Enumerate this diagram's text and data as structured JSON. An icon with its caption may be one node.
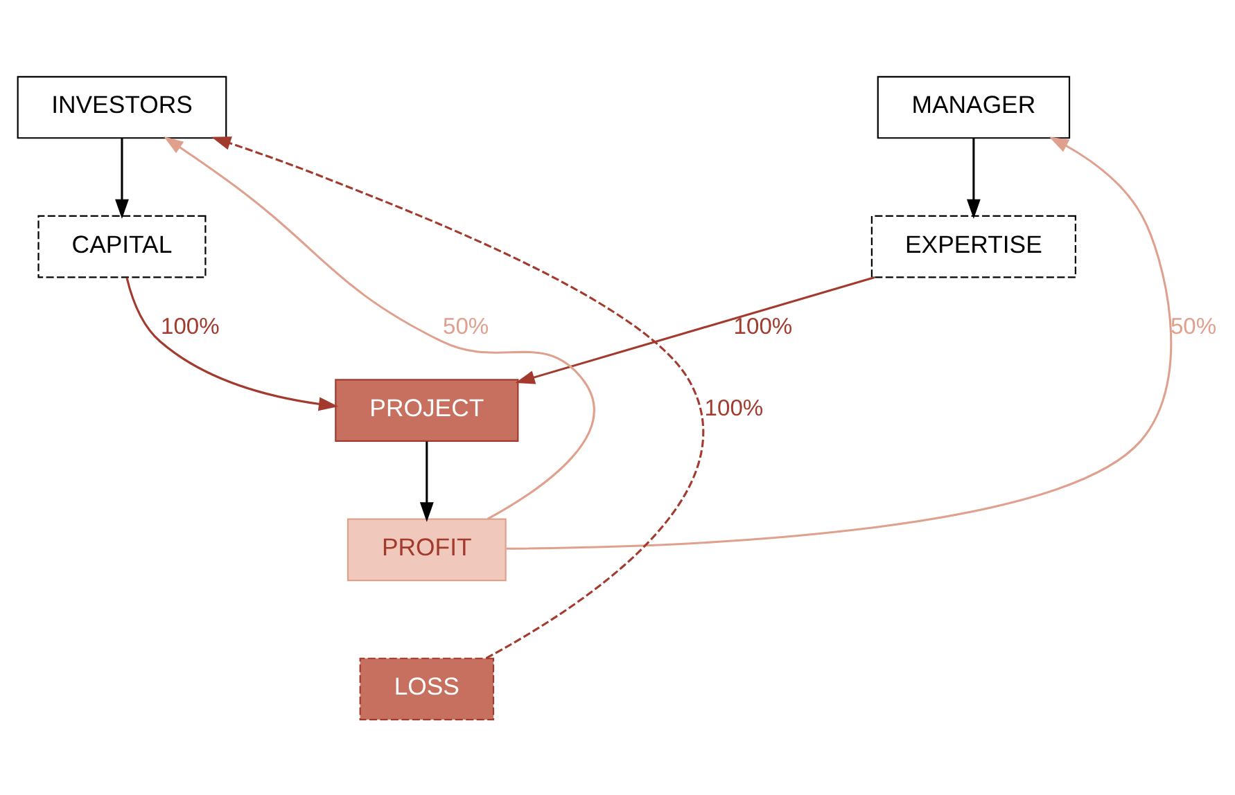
{
  "diagram": {
    "nodes": [
      {
        "text": [
          "INVESTORS"
        ]
      },
      {
        "text": [
          "MANAGER"
        ]
      },
      {
        "text": [
          "CAPITAL"
        ]
      },
      {
        "text": [
          "EXPERTISE"
        ]
      },
      {
        "text": [
          "PROJECT"
        ]
      },
      {
        "text": [
          "PROFIT"
        ]
      },
      {
        "text": [
          "LOSS"
        ]
      }
    ],
    "edges": [
      {
        "from": 0,
        "to": 2,
        "arrow": "to"
      },
      {
        "from": 1,
        "to": 3,
        "arrow": "to"
      },
      {
        "from": 2,
        "to": 4,
        "arrow": "to",
        "label": "100%",
        "color": "#a33a2e"
      },
      {
        "from": 3,
        "to": 4,
        "arrow": "to",
        "label": "100%",
        "color": "#a33a2e"
      },
      {
        "from": 4,
        "to": 5,
        "arrow": "to"
      },
      {
        "from": 5,
        "to": 0,
        "arrow": "to",
        "label": "50%",
        "color": "#e0a08e"
      },
      {
        "from": 5,
        "to": 1,
        "arrow": "to",
        "label": "50%",
        "color": "#e0a08e"
      },
      {
        "from": 6,
        "to": 0,
        "arrow": "to",
        "label": "100%",
        "style": "dashed",
        "color": "#a33a2e"
      }
    ]
  }
}
